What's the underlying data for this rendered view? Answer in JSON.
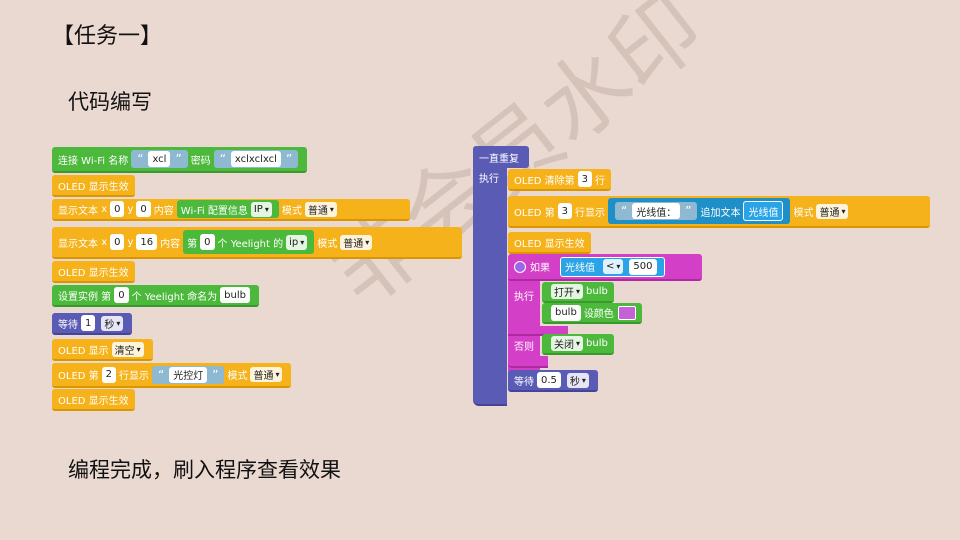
{
  "slide": {
    "title": "【任务一】",
    "subtitle": "代码编写",
    "footer": "编程完成，刷入程序查看效果",
    "watermark": "非会员水印"
  },
  "left_blocks": {
    "wifi": {
      "label": "连接 Wi-Fi 名称",
      "ssid": "xcl",
      "pwd_label": "密码",
      "pwd": "xclxclxcl"
    },
    "oled_on_1": "OLED 显示生效",
    "text1": {
      "label": "显示文本",
      "x_label": "x",
      "x": "0",
      "y_label": "y",
      "y": "0",
      "content_label": "内容",
      "inner": "Wi-Fi 配置信息",
      "inner_dd": "IP",
      "mode_label": "模式",
      "mode": "普通"
    },
    "text2": {
      "label": "显示文本",
      "x_label": "x",
      "x": "0",
      "y_label": "y",
      "y": "16",
      "content_label": "内容",
      "inner_pre": "第",
      "idx": "0",
      "inner_post": "个 Yeelight 的",
      "inner_dd": "ip",
      "mode_label": "模式",
      "mode": "普通"
    },
    "oled_on_2": "OLED 显示生效",
    "set_inst": {
      "pre": "设置实例 第",
      "idx": "0",
      "post": "个 Yeelight 命名为",
      "name": "bulb"
    },
    "wait": {
      "label": "等待",
      "value": "1",
      "unit": "秒"
    },
    "oled_clear": {
      "label": "OLED 显示",
      "dd": "清空"
    },
    "oled_line": {
      "pre": "OLED 第",
      "line": "2",
      "mid": "行显示",
      "text": "光控灯",
      "mode_label": "模式",
      "mode": "普通"
    },
    "oled_on_3": "OLED 显示生效"
  },
  "right_blocks": {
    "loop_label": "一直重复",
    "do_label": "执行",
    "clear_row": {
      "pre": "OLED 清除第",
      "row": "3",
      "post": "行"
    },
    "show_row": {
      "pre": "OLED 第",
      "row": "3",
      "mid": "行显示",
      "text": "光线值：",
      "append": "追加文本",
      "var": "光线值",
      "mode_label": "模式",
      "mode": "普通"
    },
    "oled_on": "OLED 显示生效",
    "if_label": "如果",
    "cond": {
      "var": "光线值",
      "op": "<",
      "value": "500"
    },
    "then_label": "执行",
    "open": {
      "dd": "打开",
      "name": "bulb"
    },
    "color": {
      "name": "bulb",
      "label": "设颜色"
    },
    "else_label": "否则",
    "close": {
      "dd": "关闭",
      "name": "bulb"
    },
    "wait": {
      "label": "等待",
      "value": "0.5",
      "unit": "秒"
    }
  }
}
